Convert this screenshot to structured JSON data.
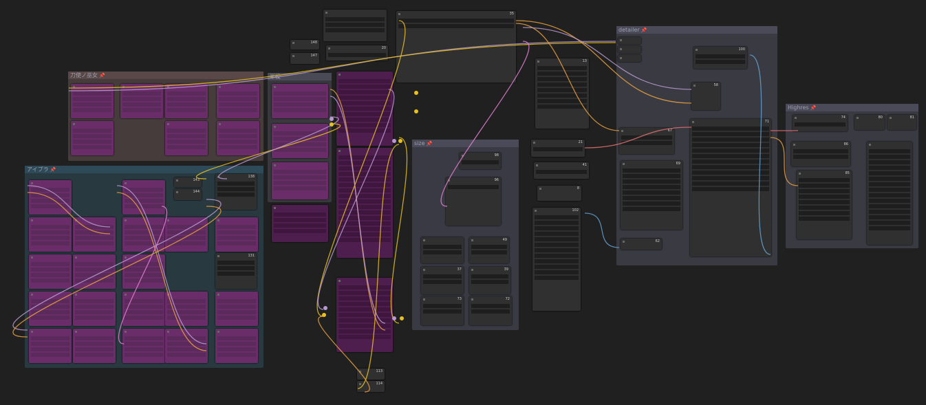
{
  "groups": [
    {
      "title": "刀使ノ巫女",
      "color": "#4a3e3e"
    },
    {
      "title": "アイプラ",
      "color": "#2b3b42"
    },
    {
      "title": "半役",
      "color": "#38383e"
    },
    {
      "title": "size",
      "color": "#3a3a44"
    },
    {
      "title": "detailer",
      "color": "#3a3a42"
    },
    {
      "title": "Highres",
      "color": "#3a3a42"
    }
  ],
  "nodes": [
    {
      "id": "35"
    },
    {
      "id": "13"
    },
    {
      "id": "21"
    },
    {
      "id": "41"
    },
    {
      "id": "8"
    },
    {
      "id": "102"
    },
    {
      "id": "96"
    },
    {
      "id": "98"
    },
    {
      "id": "67"
    },
    {
      "id": "69"
    },
    {
      "id": "71"
    },
    {
      "id": "58"
    },
    {
      "id": "100"
    },
    {
      "id": "62"
    },
    {
      "id": "74"
    },
    {
      "id": "80"
    },
    {
      "id": "81"
    },
    {
      "id": "85"
    },
    {
      "id": "86"
    },
    {
      "id": "113"
    },
    {
      "id": "114"
    },
    {
      "id": "143"
    },
    {
      "id": "144"
    },
    {
      "id": "138"
    },
    {
      "id": "131"
    },
    {
      "id": "148"
    },
    {
      "id": "147"
    },
    {
      "id": "20"
    },
    {
      "id": "49"
    },
    {
      "id": "37"
    },
    {
      "id": "39"
    },
    {
      "id": "73"
    },
    {
      "id": "72"
    }
  ],
  "pin_icon": "pin-icon",
  "wire_colors": {
    "clip": "#b89ad0",
    "model": "#e8a040",
    "vae": "#e8c020",
    "latent": "#e080d0",
    "image": "#60a0d0",
    "conditioning": "#e07070"
  }
}
